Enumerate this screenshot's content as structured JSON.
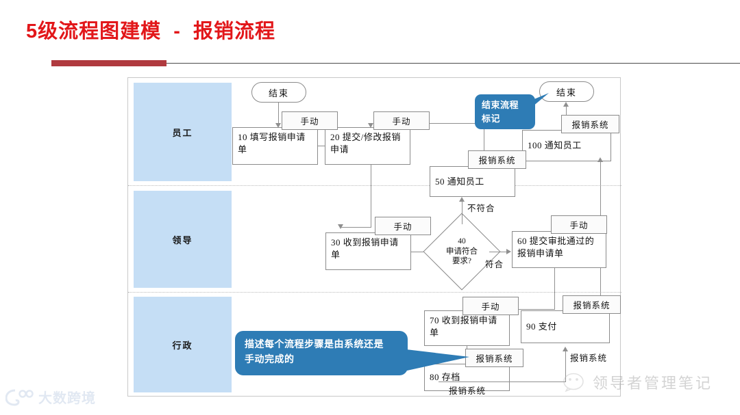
{
  "slide": {
    "title": "5级流程图建模  -  报销流程",
    "title_color": "#E2171A",
    "accent_bar_color": "#B03A3F"
  },
  "lanes": [
    {
      "label": "员工"
    },
    {
      "label": "领导"
    },
    {
      "label": "行政"
    }
  ],
  "nodes": {
    "n10": {
      "label": "10 填写报销申请单"
    },
    "n20": {
      "label": "20 提交/修改报销申请"
    },
    "n30": {
      "label": "30 收到报销申请单"
    },
    "n40": {
      "num": "40",
      "label": "申请符合\n要求?"
    },
    "n50": {
      "label": "50 通知员工"
    },
    "n60": {
      "label": "60 提交审批通过的报销申请单"
    },
    "n70": {
      "label": "70 收到报销申请单"
    },
    "n80": {
      "label": "80 存档"
    },
    "n90": {
      "label": "90 支付"
    },
    "n100": {
      "label": "100 通知员工"
    }
  },
  "terminators": {
    "end_left": "结束",
    "end_right": "结束"
  },
  "tags": {
    "manual_10": "手动",
    "manual_20": "手动",
    "manual_30": "手动",
    "manual_60": "手动",
    "manual_70": "手动",
    "system_50": "报销系统",
    "system_100": "报销系统",
    "system_80": "报销系统",
    "system_90": "报销系统",
    "system_90_edge": "报销系统",
    "system_bottom_edge": "报销系统"
  },
  "edge_labels": {
    "not_match": "不符合",
    "match": "符合"
  },
  "callouts": {
    "end_marker": "结束流程\n标记",
    "describe": "描述每个流程步骤是由系统还是\n手动完成的",
    "color": "#2E7CB5"
  },
  "watermarks": {
    "left": "大数跨境",
    "right": "领导者管理笔记"
  }
}
